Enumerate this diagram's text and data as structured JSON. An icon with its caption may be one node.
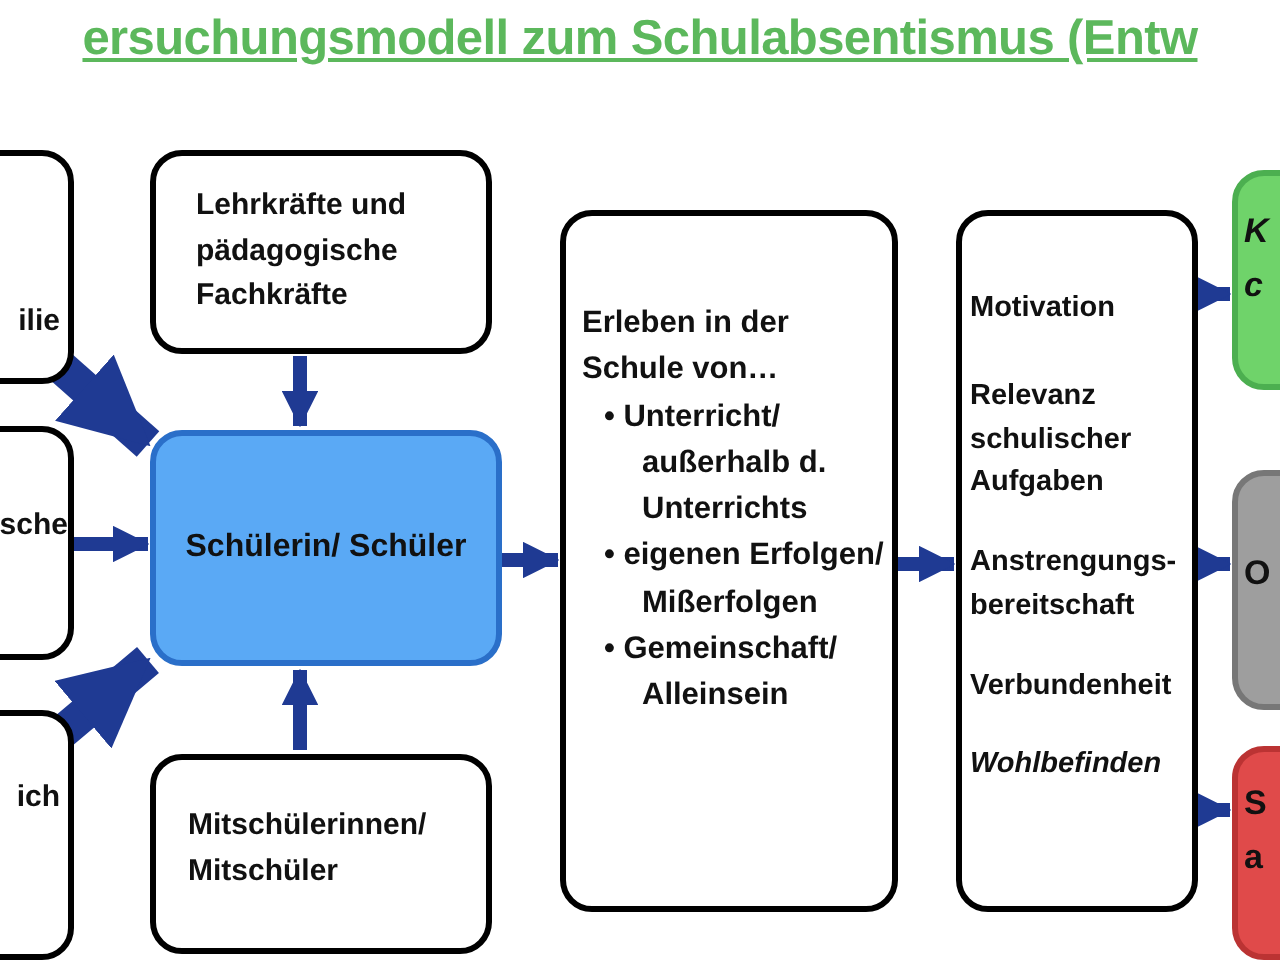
{
  "diagram": {
    "title": "ersuchungsmodell zum Schulabsentismus (Entw",
    "nodes": [
      {
        "text": [
          "ilie"
        ]
      },
      {
        "text": [
          "sche"
        ]
      },
      {
        "text": [
          "ich"
        ]
      },
      {
        "text": [
          "Lehrkräfte und pädagogische Fachkräfte"
        ]
      },
      {
        "text": [
          "Schülerin/ Schüler"
        ]
      },
      {
        "text": [
          "Mitschülerinnen/ Mitschüler"
        ]
      },
      {
        "text": [
          "Erleben in der Schule von…",
          "• Unterricht/ außerhalb d. Unterrichts",
          "• eigenen Erfolgen/ Mißerfolgen",
          "• Gemeinschaft/ Alleinsein"
        ]
      },
      {
        "text": [
          "Motivation",
          "Relevanz schulischer Aufgaben",
          "Anstrengungs- bereitschaft",
          "Verbundenheit",
          "Wohlbefinden"
        ]
      },
      {
        "text": [
          "K c"
        ]
      },
      {
        "text": [
          "O"
        ]
      },
      {
        "text": [
          "S a"
        ]
      }
    ],
    "edges": [
      {
        "from": 0,
        "to": 4,
        "arrow": "to",
        "style": "thick"
      },
      {
        "from": 1,
        "to": 4,
        "arrow": "to"
      },
      {
        "from": 2,
        "to": 4,
        "arrow": "to",
        "style": "thick"
      },
      {
        "from": 3,
        "to": 4,
        "arrow": "to"
      },
      {
        "from": 5,
        "to": 4,
        "arrow": "to"
      },
      {
        "from": 4,
        "to": 6,
        "arrow": "to"
      },
      {
        "from": 6,
        "to": 7,
        "arrow": "to"
      },
      {
        "from": 7,
        "to": 8,
        "arrow": "to"
      },
      {
        "from": 7,
        "to": 9,
        "arrow": "to"
      },
      {
        "from": 7,
        "to": 10,
        "arrow": "to"
      }
    ]
  }
}
